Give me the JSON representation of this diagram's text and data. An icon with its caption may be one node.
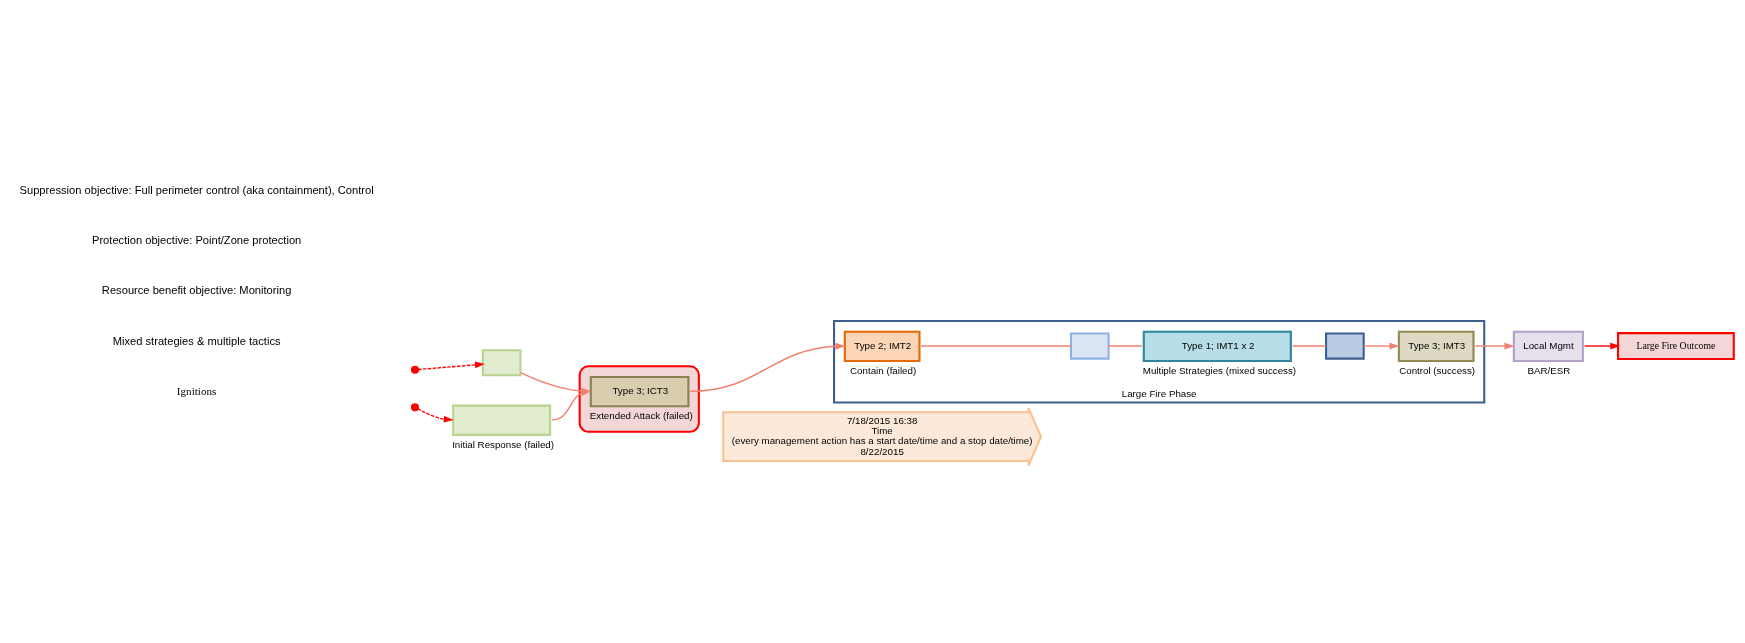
{
  "diagram": {
    "nodes": [
      {
        "text": [],
        "shape": "circle"
      },
      {
        "text": [],
        "shape": "circle"
      },
      {
        "text": [],
        "shape": "box"
      },
      {
        "text": [],
        "shape": "box",
        "beside": [
          "Initial Response (failed)"
        ]
      },
      {
        "text": [],
        "shape": "cloud"
      },
      {
        "text": [
          "Type 3; ICT3"
        ],
        "in": 4,
        "beside": [
          "Extended Attack (failed)"
        ]
      },
      {
        "text": [
          "Large Fire Phase"
        ]
      },
      {
        "text": [
          "Type 2; IMT2"
        ],
        "in": 6,
        "beside": [
          "Contain (failed)"
        ]
      },
      {
        "text": [],
        "shape": "box",
        "in": 6
      },
      {
        "text": [
          "Type 1; IMT1 x 2"
        ],
        "in": 6,
        "beside": [
          "Multiple Strategies (mixed success)"
        ]
      },
      {
        "text": [],
        "shape": "box",
        "in": 6
      },
      {
        "text": [
          "Type 3; IMT3"
        ],
        "in": 6,
        "beside": [
          "Control (success)"
        ]
      },
      {
        "text": [
          "Local Mgmt"
        ],
        "beside": [
          "BAR/ESR"
        ]
      },
      {
        "text": [
          "Large Fire Outcome"
        ]
      },
      {
        "text": [
          "7/18/2015 16:38",
          "Time",
          "(every management action has a start date/time and a stop date/time)",
          "8/22/2015"
        ]
      }
    ],
    "edges": [
      {
        "from": 0,
        "to": 2,
        "arrow": "to",
        "style": "dashed",
        "color": "#ff0000"
      },
      {
        "from": 1,
        "to": 3,
        "arrow": "to",
        "style": "dashed",
        "color": "#ff0000"
      },
      {
        "from": 2,
        "to": 5,
        "arrow": "to"
      },
      {
        "from": 3,
        "to": 5,
        "arrow": "to"
      },
      {
        "from": 5,
        "to": 7,
        "arrow": "to"
      },
      {
        "from": 7,
        "to": 8,
        "arrow": "none"
      },
      {
        "from": 8,
        "to": 9,
        "arrow": "none"
      },
      {
        "from": 9,
        "to": 10,
        "arrow": "none"
      },
      {
        "from": 10,
        "to": 11,
        "arrow": "to"
      },
      {
        "from": 11,
        "to": 12,
        "arrow": "to"
      },
      {
        "from": 12,
        "to": 13,
        "arrow": "to",
        "color": "#ff0000"
      }
    ],
    "labels": [
      "Suppression objective: Full perimeter control (aka containment), Control",
      "Protection objective: Point/Zone protection",
      "Resource benefit objective: Monitoring",
      "Mixed strategies & multiple tactics",
      "Ignitions"
    ]
  }
}
